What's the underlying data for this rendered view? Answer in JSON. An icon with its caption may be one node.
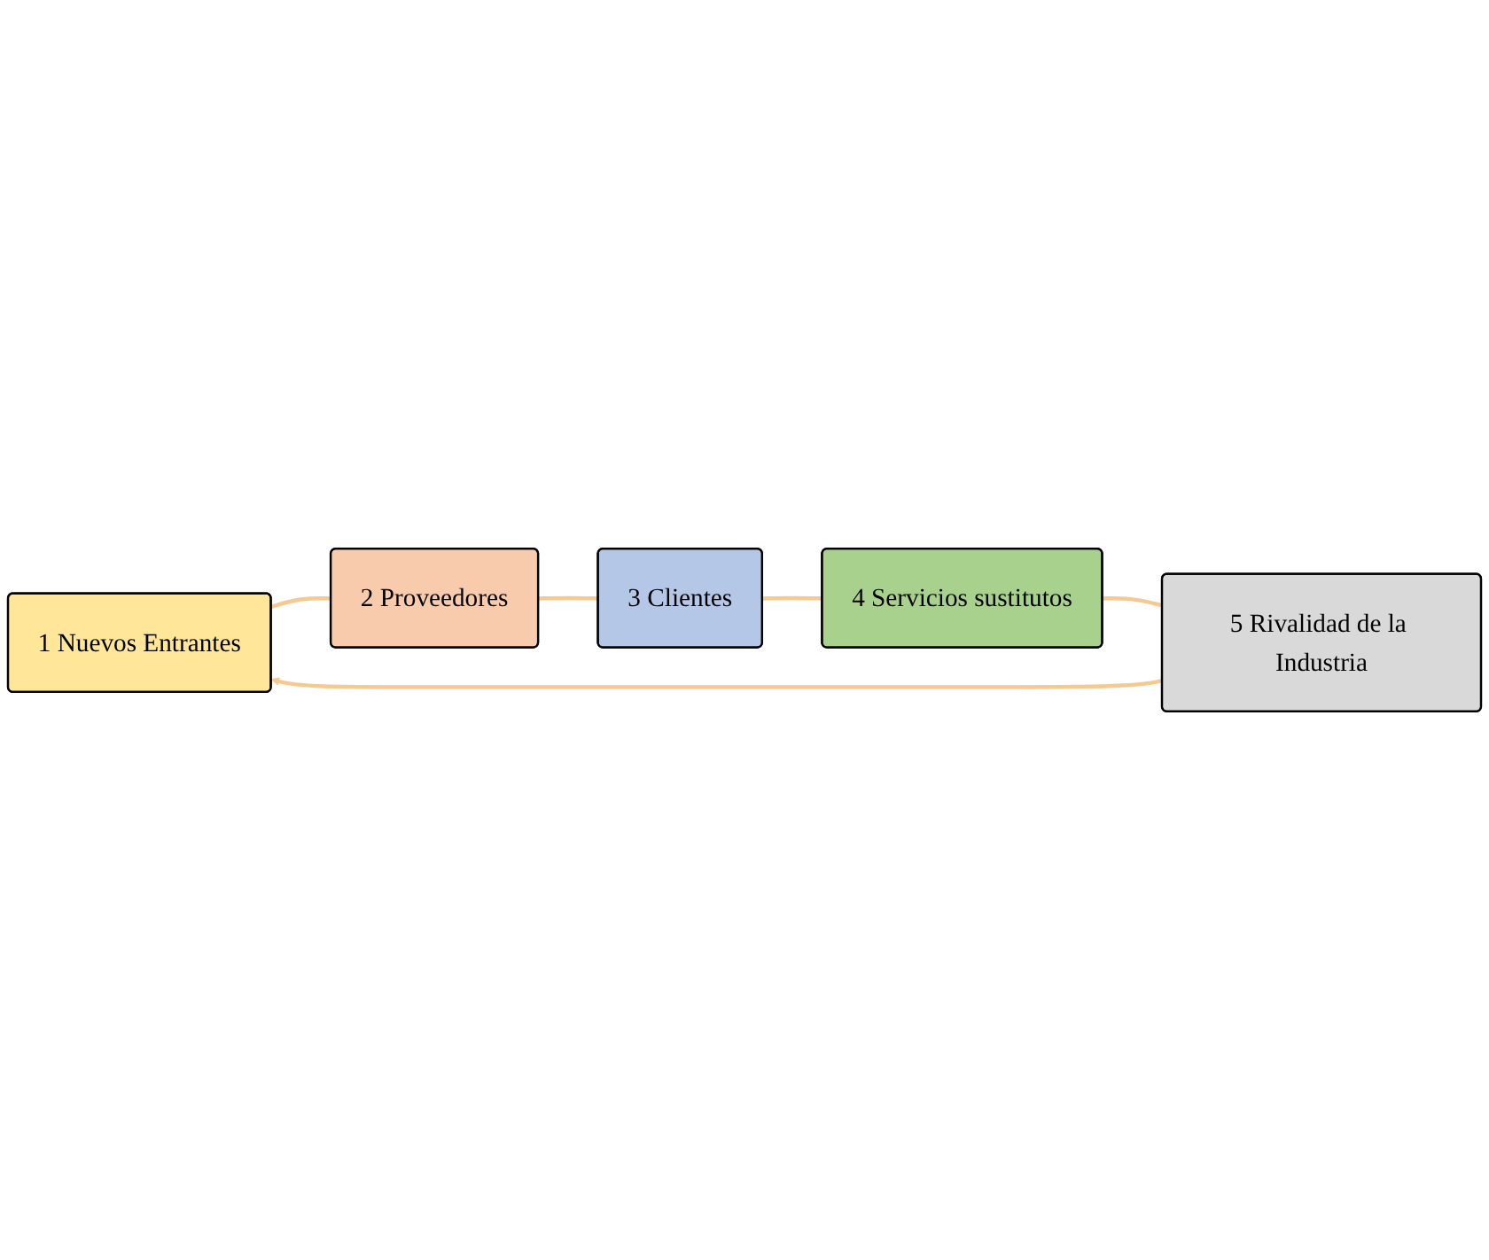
{
  "diagram": {
    "nodes": [
      {
        "text": [
          "1 Nuevos Entrantes"
        ]
      },
      {
        "text": [
          "2 Proveedores"
        ]
      },
      {
        "text": [
          "3 Clientes"
        ]
      },
      {
        "text": [
          "4 Servicios sustitutos"
        ]
      },
      {
        "text": [
          "5 Rivalidad de la Industria"
        ]
      }
    ],
    "edges": [
      {
        "from": 0,
        "to": 1,
        "arrow": "none"
      },
      {
        "from": 1,
        "to": 2,
        "arrow": "none"
      },
      {
        "from": 2,
        "to": 3,
        "arrow": "none"
      },
      {
        "from": 3,
        "to": 4,
        "arrow": "none"
      },
      {
        "from": 4,
        "to": 0,
        "arrow": "to"
      }
    ]
  }
}
